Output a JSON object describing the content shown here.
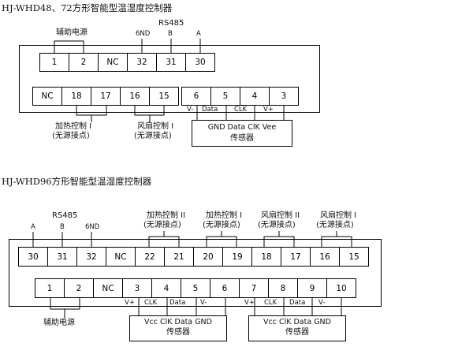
{
  "diagram1": {
    "title": "HJ-WHD48、72方形智能型温湿度控制器",
    "aux_label": "辅助电源",
    "rs485_label": "RS485",
    "gnd_label": "6ND",
    "b_label": "B",
    "a_label": "A",
    "top_row": [
      "1",
      "2",
      "NC",
      "32",
      "31",
      "30"
    ],
    "bottom_row": [
      "NC",
      "18",
      "17",
      "16",
      "15",
      "6",
      "5",
      "4",
      "3"
    ],
    "sig_vminus": "V-",
    "sig_data": "Data",
    "sig_clk": "CLK",
    "sig_vplus": "V+",
    "heat_label": "加热控制 I",
    "heat_sub": "(无源接点)",
    "fan_label": "风扇控制 I",
    "fan_sub": "(无源接点)",
    "sensor_pins": "GND Data ClK Vee",
    "sensor_name": "传感器"
  },
  "diagram2": {
    "title": "HJ-WHD96方形智能型温湿度控制器",
    "rs485_label": "RS485",
    "a_label": "A",
    "b_label": "B",
    "gnd_label": "6ND",
    "heat2_label": "加热控制 II",
    "heat2_sub": "(无源接点)",
    "heat1_label": "加热控制 I",
    "heat1_sub": "(无源接点)",
    "fan2_label": "风扇控制 II",
    "fan2_sub": "(无源接点)",
    "fan1_label": "风扇控制 I",
    "fan1_sub": "(无源接点)",
    "top_row": [
      "30",
      "31",
      "32",
      "NC",
      "22",
      "21",
      "20",
      "19",
      "18",
      "17",
      "16",
      "15"
    ],
    "bottom_row": [
      "1",
      "2",
      "NC",
      "3",
      "4",
      "5",
      "6",
      "7",
      "8",
      "9",
      "10"
    ],
    "sig_vplus1": "V+",
    "sig_clk1": "CLK",
    "sig_data1": "Data",
    "sig_vminus1": "V-",
    "sig_vplus2": "V+",
    "sig_clk2": "CLK",
    "sig_data2": "Data",
    "sig_vminus2": "V-",
    "aux_label": "辅助电源",
    "sensor1_pins": "Vcc ClK Data GND",
    "sensor1_name": "传感器",
    "sensor2_pins": "Vcc ClK Data GND",
    "sensor2_name": "传感器"
  }
}
